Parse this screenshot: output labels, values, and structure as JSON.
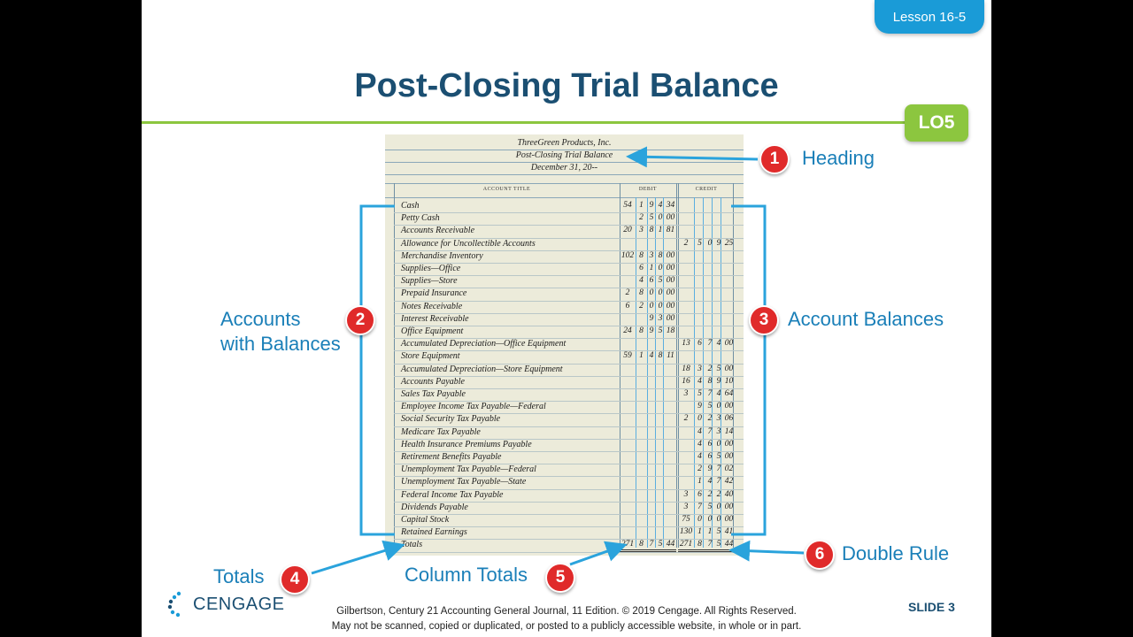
{
  "lesson_tab": "Lesson 16-5",
  "title": "Post-Closing Trial Balance",
  "lo_badge": "LO5",
  "ledger": {
    "company": "ThreeGreen Products, Inc.",
    "report": "Post-Closing Trial Balance",
    "date": "December 31, 20--",
    "col_account": "ACCOUNT TITLE",
    "col_debit": "DEBIT",
    "col_credit": "CREDIT",
    "rows": [
      {
        "account": "Cash",
        "debit": "54 1 9 4 34",
        "credit": ""
      },
      {
        "account": "Petty Cash",
        "debit": "2 5 0 00",
        "credit": ""
      },
      {
        "account": "Accounts Receivable",
        "debit": "20 3 8 1 81",
        "credit": ""
      },
      {
        "account": "Allowance for Uncollectible Accounts",
        "debit": "",
        "credit": "2 5 0 9 25"
      },
      {
        "account": "Merchandise Inventory",
        "debit": "102 8 3 8 00",
        "credit": ""
      },
      {
        "account": "Supplies—Office",
        "debit": "6 1 0 00",
        "credit": ""
      },
      {
        "account": "Supplies—Store",
        "debit": "4 6 5 00",
        "credit": ""
      },
      {
        "account": "Prepaid Insurance",
        "debit": "2 8 0 0 00",
        "credit": ""
      },
      {
        "account": "Notes Receivable",
        "debit": "6 2 0 0 00",
        "credit": ""
      },
      {
        "account": "Interest Receivable",
        "debit": "9 3 00",
        "credit": ""
      },
      {
        "account": "Office Equipment",
        "debit": "24 8 9 5 18",
        "credit": ""
      },
      {
        "account": "Accumulated Depreciation—Office Equipment",
        "debit": "",
        "credit": "13 6 7 4 00"
      },
      {
        "account": "Store Equipment",
        "debit": "59 1 4 8 11",
        "credit": ""
      },
      {
        "account": "Accumulated Depreciation—Store Equipment",
        "debit": "",
        "credit": "18 3 2 5 00"
      },
      {
        "account": "Accounts Payable",
        "debit": "",
        "credit": "16 4 8 9 10"
      },
      {
        "account": "Sales Tax Payable",
        "debit": "",
        "credit": "3 5 7 4 64"
      },
      {
        "account": "Employee Income Tax Payable—Federal",
        "debit": "",
        "credit": "9 5 0 00"
      },
      {
        "account": "Social Security Tax Payable",
        "debit": "",
        "credit": "2 0 2 3 06"
      },
      {
        "account": "Medicare Tax Payable",
        "debit": "",
        "credit": "4 7 3 14"
      },
      {
        "account": "Health Insurance Premiums Payable",
        "debit": "",
        "credit": "4 6 0 00"
      },
      {
        "account": "Retirement Benefits Payable",
        "debit": "",
        "credit": "4 6 5 00"
      },
      {
        "account": "Unemployment Tax Payable—Federal",
        "debit": "",
        "credit": "2 9 7 02"
      },
      {
        "account": "Unemployment Tax Payable—State",
        "debit": "",
        "credit": "1 4 7 42"
      },
      {
        "account": "Federal Income Tax Payable",
        "debit": "",
        "credit": "3 6 2 2 40"
      },
      {
        "account": "Dividends Payable",
        "debit": "",
        "credit": "3 7 5 0 00"
      },
      {
        "account": "Capital Stock",
        "debit": "",
        "credit": "75 0 0 0 00"
      },
      {
        "account": "Retained Earnings",
        "debit": "",
        "credit": "130 1 1 5 41"
      },
      {
        "account": "Totals",
        "debit": "271 8 7 5 44",
        "credit": "271 8 7 5 44"
      }
    ]
  },
  "callouts": {
    "c1": {
      "num": "1",
      "label": "Heading"
    },
    "c2": {
      "num": "2",
      "label_line1": "Accounts",
      "label_line2": "with Balances"
    },
    "c3": {
      "num": "3",
      "label": "Account Balances"
    },
    "c4": {
      "num": "4",
      "label": "Totals"
    },
    "c5": {
      "num": "5",
      "label": "Column Totals"
    },
    "c6": {
      "num": "6",
      "label": "Double Rule"
    }
  },
  "footer": {
    "line1": "Gilbertson, Century 21 Accounting General Journal, 11 Edition. © 2019 Cengage. All Rights Reserved.",
    "line2": "May not be scanned, copied or duplicated, or posted to a publicly accessible website, in whole or in part."
  },
  "logo_text": "CENGAGE",
  "slide_number": "SLIDE 3",
  "colors": {
    "title": "#1b4f72",
    "accent_blue": "#1a9bd7",
    "callout_text": "#1a7fb8",
    "callout_circle": "#e02a2a",
    "green": "#8cc63f",
    "ledger_bg": "#ecebda"
  }
}
